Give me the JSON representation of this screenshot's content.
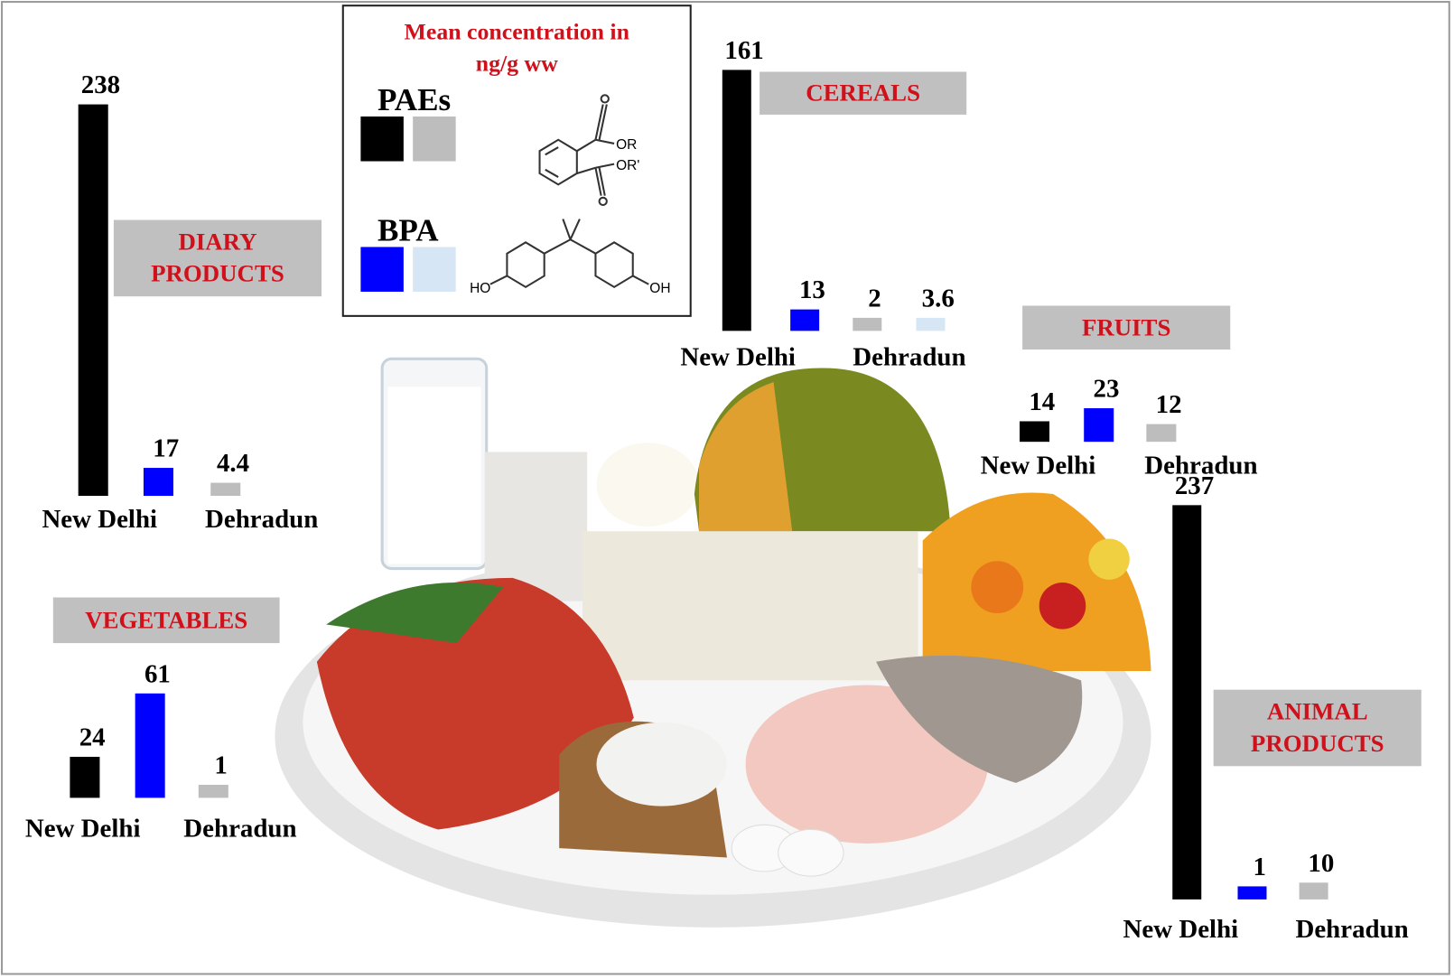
{
  "legend": {
    "title_line1": "Mean concentration in",
    "title_line2": "ng/g ww",
    "groups": [
      {
        "label": "PAEs",
        "colors": [
          "#000000",
          "#bdbdbd"
        ],
        "structure": "phthalate-ester-structure",
        "substituents": [
          "OR",
          "OR'"
        ]
      },
      {
        "label": "BPA",
        "colors": [
          "#0000ff",
          "#d6e6f5"
        ],
        "structure": "bisphenol-a-structure",
        "substituents": [
          "HO",
          "OH"
        ]
      }
    ]
  },
  "colors": {
    "category_text": "#d0101a",
    "category_box": "#c0c0c0",
    "paes_new_delhi": "#000000",
    "bpa_new_delhi": "#0000ff",
    "paes_dehradun": "#bdbdbd",
    "bpa_dehradun": "#d6e6f5"
  },
  "chart_data": [
    {
      "type": "bar",
      "id": "dairy",
      "title": "DIARY PRODUCTS",
      "categories": [
        "New Delhi",
        "Dehradun"
      ],
      "bars": [
        {
          "city": "New Delhi",
          "compound": "PAEs",
          "value": 238,
          "label": "238"
        },
        {
          "city": "New Delhi",
          "compound": "BPA",
          "value": 17,
          "label": "17"
        },
        {
          "city": "Dehradun",
          "compound": "PAEs",
          "value": 4.4,
          "label": "4.4"
        }
      ]
    },
    {
      "type": "bar",
      "id": "cereals",
      "title": "CEREALS",
      "categories": [
        "New Delhi",
        "Dehradun"
      ],
      "bars": [
        {
          "city": "New Delhi",
          "compound": "PAEs",
          "value": 161,
          "label": "161"
        },
        {
          "city": "New Delhi",
          "compound": "BPA",
          "value": 13,
          "label": "13"
        },
        {
          "city": "Dehradun",
          "compound": "PAEs",
          "value": 2,
          "label": "2"
        },
        {
          "city": "Dehradun",
          "compound": "BPA",
          "value": 3.6,
          "label": "3.6"
        }
      ]
    },
    {
      "type": "bar",
      "id": "fruits",
      "title": "FRUITS",
      "categories": [
        "New Delhi",
        "Dehradun"
      ],
      "bars": [
        {
          "city": "New Delhi",
          "compound": "PAEs",
          "value": 14,
          "label": "14"
        },
        {
          "city": "New Delhi",
          "compound": "BPA",
          "value": 23,
          "label": "23"
        },
        {
          "city": "Dehradun",
          "compound": "PAEs",
          "value": 12,
          "label": "12"
        }
      ]
    },
    {
      "type": "bar",
      "id": "animal",
      "title": "ANIMAL PRODUCTS",
      "categories": [
        "New Delhi",
        "Dehradun"
      ],
      "bars": [
        {
          "city": "New Delhi",
          "compound": "PAEs",
          "value": 237,
          "label": "237"
        },
        {
          "city": "New Delhi",
          "compound": "BPA",
          "value": 1,
          "label": "1"
        },
        {
          "city": "Dehradun",
          "compound": "PAEs",
          "value": 10,
          "label": "10"
        }
      ]
    },
    {
      "type": "bar",
      "id": "vegetables",
      "title": "VEGETABLES",
      "categories": [
        "New Delhi",
        "Dehradun"
      ],
      "bars": [
        {
          "city": "New Delhi",
          "compound": "PAEs",
          "value": 24,
          "label": "24"
        },
        {
          "city": "New Delhi",
          "compound": "BPA",
          "value": 61,
          "label": "61"
        },
        {
          "city": "Dehradun",
          "compound": "PAEs",
          "value": 1,
          "label": "1"
        }
      ]
    }
  ]
}
